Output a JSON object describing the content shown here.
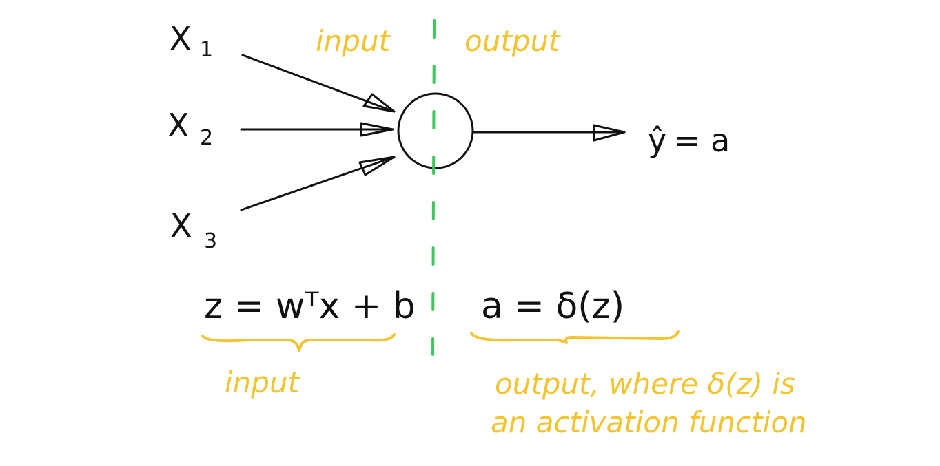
{
  "inputs": [
    {
      "symbol": "X",
      "subscript": "1"
    },
    {
      "symbol": "X",
      "subscript": "2"
    },
    {
      "symbol": "X",
      "subscript": "3"
    }
  ],
  "labels": {
    "top_input": "input",
    "top_output": "output",
    "output_symbol": "ŷ",
    "output_equals": "= a",
    "bottom_input": "input",
    "bottom_output_line1": "output, where δ(z) is",
    "bottom_output_line2": "an activation function"
  },
  "equations": {
    "input_eq": "z = wᵀx + b",
    "output_eq": "a = δ(z)"
  },
  "colors": {
    "ink": "#111111",
    "annotation": "#f4c430",
    "divider": "#3cc85a"
  }
}
